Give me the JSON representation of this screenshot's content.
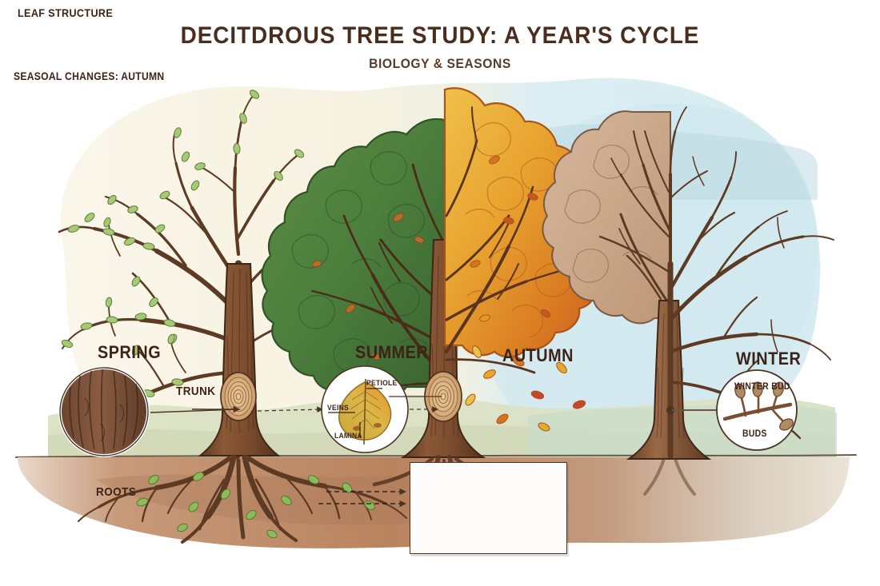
{
  "header": {
    "title": "DECITDROUS TREE STUDY: A YEAR'S CYCLE",
    "subtitle": "BIOLOGY & SEASONS"
  },
  "seasons": [
    {
      "label": "SPRING"
    },
    {
      "label": "SUMMER"
    },
    {
      "label": "AUTUMN"
    },
    {
      "label": "WINTER"
    }
  ],
  "annotations": {
    "trunk": "TRUNK",
    "roots": "ROOTS"
  },
  "leaf_callout": {
    "petiole": "PETIOLE",
    "veins": "VEINS",
    "lamina": "LAMINA"
  },
  "bud_callout": {
    "winter_bud": "WINTER BUD",
    "buds": "BUDS"
  },
  "legend": {
    "title": "LEAF STRUCTURE",
    "footer": "SEASOAL CHANGES: AUTUMN"
  },
  "palette": {
    "ink": "#3b2318",
    "title_brown": "#4a2d1d",
    "sky_cream": "#f7f2e2",
    "sky_blue": "#d8ecf2",
    "ground_green": "#d9e0c4",
    "soil_brown": "#b98a6a",
    "bark_brown": "#7b4e33",
    "bark_dark": "#5c3821",
    "spring_leaf": "#9cc470",
    "summer_green": "#4e8040",
    "summer_green_dark": "#3e6a33",
    "autumn_gold": "#e9a93a",
    "autumn_orange": "#d8701f",
    "autumn_red": "#c8472a",
    "winter_tan": "#c9a488",
    "card_bg": "#fdfcfa"
  }
}
